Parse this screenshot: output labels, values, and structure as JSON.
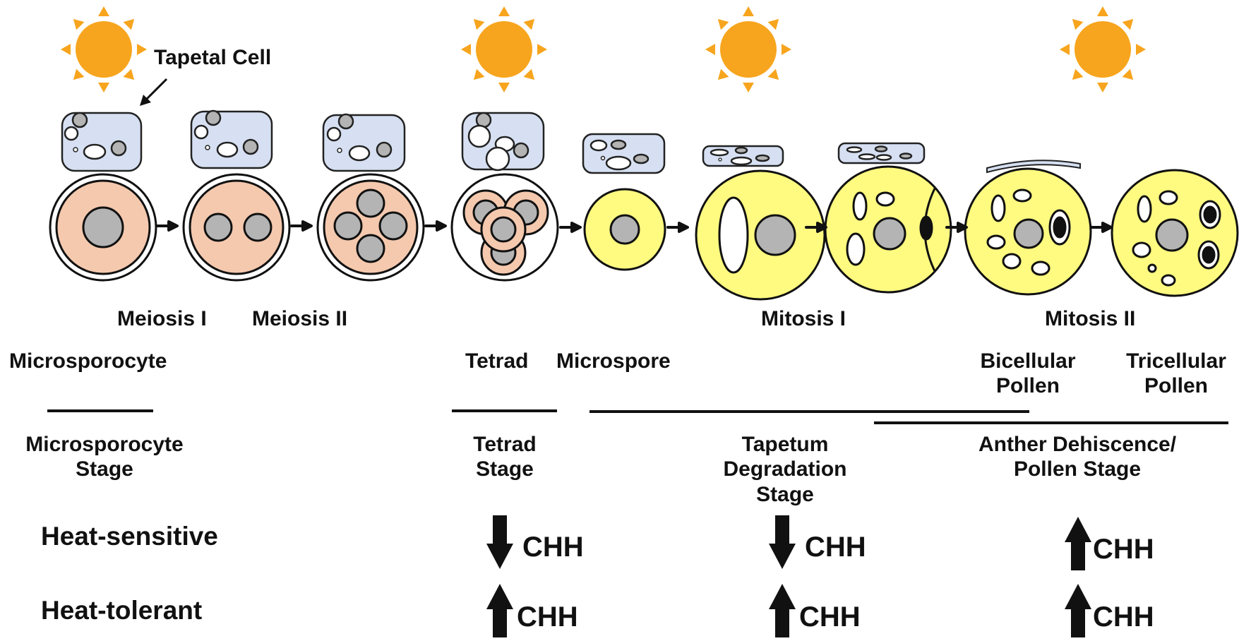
{
  "colors": {
    "sun": "#F7A51E",
    "tapetal_cell": "#D6E0F2",
    "meiotic_cell": "#F5C9AE",
    "microspore_pollen": "#FFFA80",
    "organelle": "#B4B4B4",
    "outline": "#111111"
  },
  "icons": {
    "sun": "sun-icon",
    "down_arrow": "down-arrow-icon",
    "up_arrow": "up-arrow-icon",
    "stage_arrow": "right-arrow-icon"
  },
  "pointer_label": "Tapetal Cell",
  "division_labels": [
    "Meiosis I",
    "Meiosis II",
    "Mitosis I",
    "Mitosis II"
  ],
  "cell_types": [
    "Microsporocyte",
    "Tetrad",
    "Microspore",
    "Bicellular Pollen",
    "Tricellular Pollen"
  ],
  "stages": [
    "Microsporocyte Stage",
    "Tetrad Stage",
    "Tapetum Degradation Stage",
    "Anther Dehiscence/ Pollen Stage"
  ],
  "rows": [
    {
      "label": "Heat-sensitive",
      "changes": [
        {
          "direction": "down",
          "text": "CHH"
        },
        {
          "direction": "down",
          "text": "CHH"
        },
        {
          "direction": "up",
          "text": "CHH"
        }
      ]
    },
    {
      "label": "Heat-tolerant",
      "changes": [
        {
          "direction": "up",
          "text": "CHH"
        },
        {
          "direction": "up",
          "text": "CHH"
        },
        {
          "direction": "up",
          "text": "CHH"
        }
      ]
    }
  ]
}
